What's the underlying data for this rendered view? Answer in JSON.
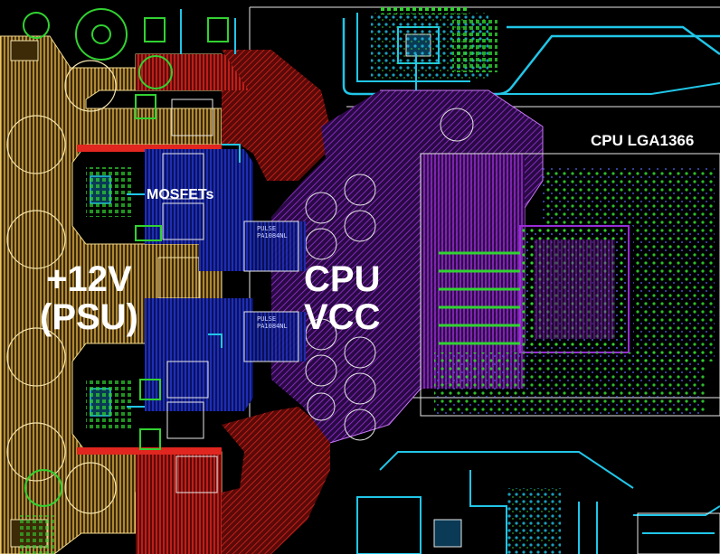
{
  "labels": {
    "cpu_socket": "CPU LGA1366",
    "mosfets": "MOSFETs",
    "psu": "+12V\n(PSU)",
    "cpu_vcc": "CPU\nVCC"
  },
  "silkscreen": {
    "pulse_top": "PULSE\nPA1084NL",
    "pulse_bottom": "PULSE\nPA1084NL"
  },
  "colors": {
    "background": "#000000",
    "psu_plane": "#e2b04a",
    "vcc_plane": "#9a2bd6",
    "mosfet_plane": "#1f2fb8",
    "switch_node": "#e0261f",
    "trace_cyan": "#21c6e8",
    "component_green": "#31d231",
    "outline_white": "#f0f0f0"
  }
}
